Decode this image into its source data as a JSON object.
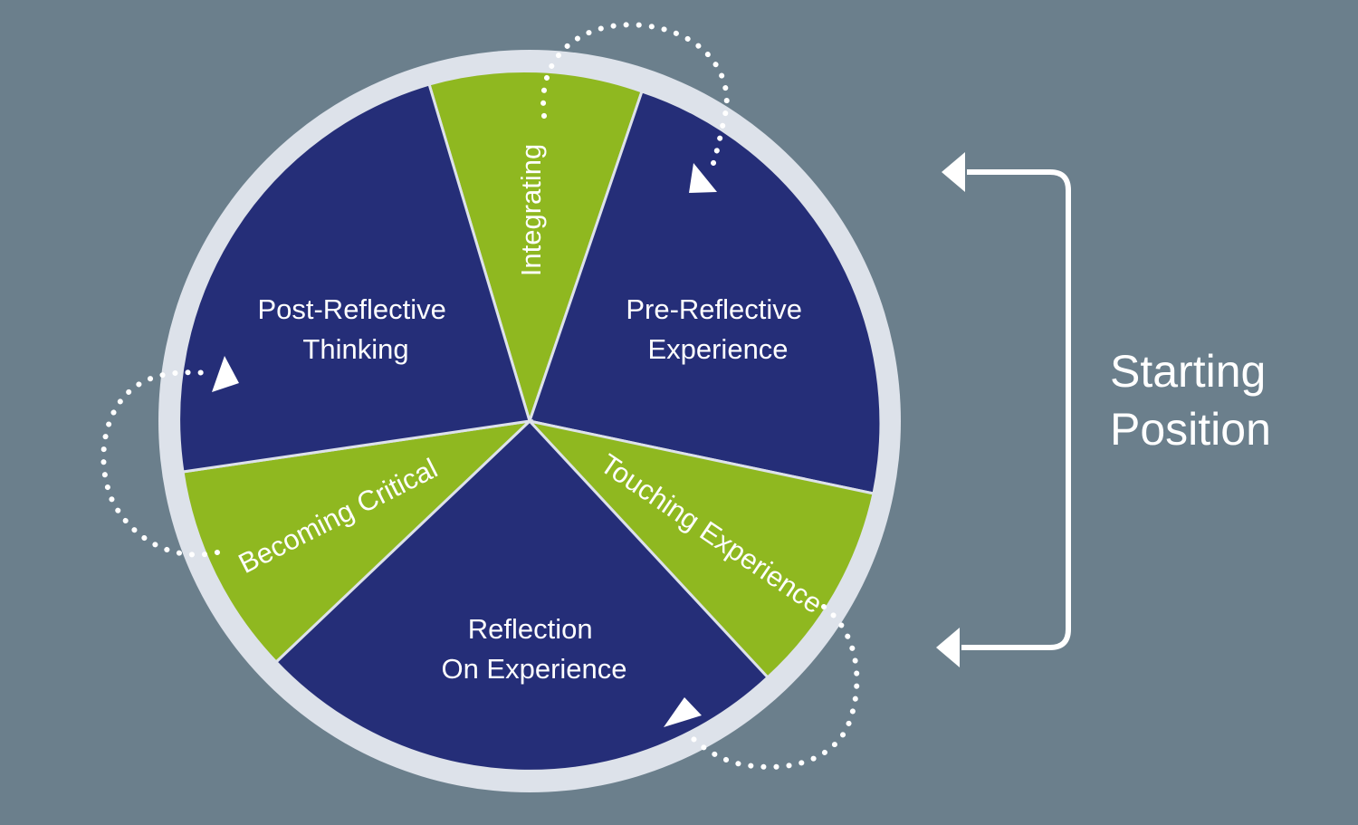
{
  "diagram": {
    "segments": {
      "integrating": {
        "label": "Integrating"
      },
      "pre_reflective": {
        "line1": "Pre-Reflective",
        "line2": "Experience"
      },
      "touching": {
        "label": "Touching Experience"
      },
      "reflection": {
        "line1": "Reflection",
        "line2": "On Experience"
      },
      "becoming_critical": {
        "label": "Becoming Critical"
      },
      "post_reflective": {
        "line1": "Post-Reflective",
        "line2": "Thinking"
      }
    },
    "starting_position": {
      "line1": "Starting",
      "line2": "Position"
    }
  },
  "colors": {
    "background": "#6b7f8c",
    "navy": "#252e78",
    "green": "#8fb820",
    "ring": "#dde2ea",
    "white": "#ffffff"
  }
}
